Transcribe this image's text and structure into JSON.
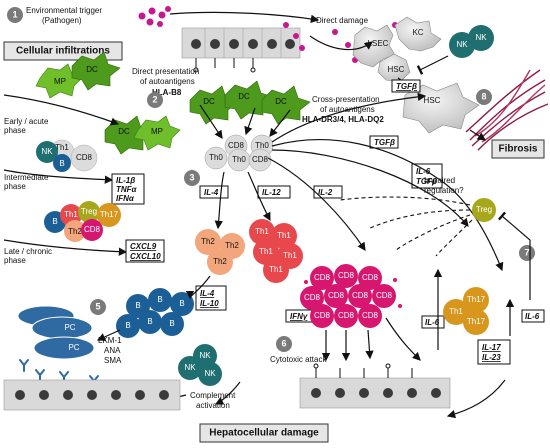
{
  "labels": {
    "env_trigger_1": "Environmental trigger",
    "env_trigger_2": "(Pathogen)",
    "direct_damage": "Direct damage",
    "direct_pres_1": "Direct presentation",
    "direct_pres_2": "of autoantigens",
    "hla_b8": "HLA-B8",
    "cross_pres_1": "Cross-presentation",
    "cross_pres_2": "of autoantigens",
    "hla_dr": "HLA-DR3/4, HLA-DQ2",
    "early_1": "Early / acute",
    "early_2": "phase",
    "intermediate_1": "Intermediate",
    "intermediate_2": "phase",
    "late_1": "Late / chronic",
    "late_2": "phase",
    "impaired": "Impaired",
    "regulation": "regulation?",
    "cytotoxic": "Cytotoxic attack",
    "complement_1": "Complement",
    "complement_2": "activation",
    "autoab_1": "LKM-1",
    "autoab_2": "ANA",
    "autoab_3": "SMA"
  },
  "boxes": {
    "cellular_infiltrations": "Cellular infiltrations",
    "fibrosis": "Fibrosis",
    "hepatocellular_damage": "Hepatocellular damage"
  },
  "cytokines": {
    "early": [
      "IL-1β",
      "TNFα",
      "IFNα"
    ],
    "late": [
      "CXCL9",
      "CXCL10"
    ],
    "tgfb_hsc": "TGFβ",
    "tgfb_treg": "TGFβ",
    "il6_tgfb": [
      "IL-6",
      "TGFβ"
    ],
    "il4": "IL-4",
    "il12": "IL-12",
    "il2": "IL-2",
    "il4_il10": [
      "IL-4",
      "IL-10"
    ],
    "ifng": "IFNγ",
    "il6_cd8": "IL-6",
    "il17_il23": [
      "IL-17",
      "IL-23"
    ],
    "il6_treg": "IL-6"
  },
  "steps": [
    "1",
    "2",
    "3",
    "4",
    "5",
    "6",
    "7",
    "8"
  ],
  "cells": {
    "mp": "MP",
    "dc": "DC",
    "nk": "NK",
    "th1": "Th1",
    "th2": "Th2",
    "th0": "Th0",
    "cd8": "CD8",
    "b": "B",
    "treg": "Treg",
    "th17": "Th17",
    "pc": "PC",
    "lsec": "LSEC",
    "kc": "KC",
    "hsc": "HSC"
  },
  "colors": {
    "mp": "#6fbf2a",
    "dc": "#4e9a1c",
    "nk": "#1f6f70",
    "b": "#1c5f97",
    "th1": "#e8484c",
    "th2": "#f3a57c",
    "th0": "#dcdcdc",
    "cd8_mag": "#d6166f",
    "treg": "#a7a71c",
    "th17": "#d9961c",
    "pc": "#2f6aa3",
    "step": "#7a7a7a",
    "fibrosis": "#8e1b45",
    "pathogen": "#c8178c"
  }
}
